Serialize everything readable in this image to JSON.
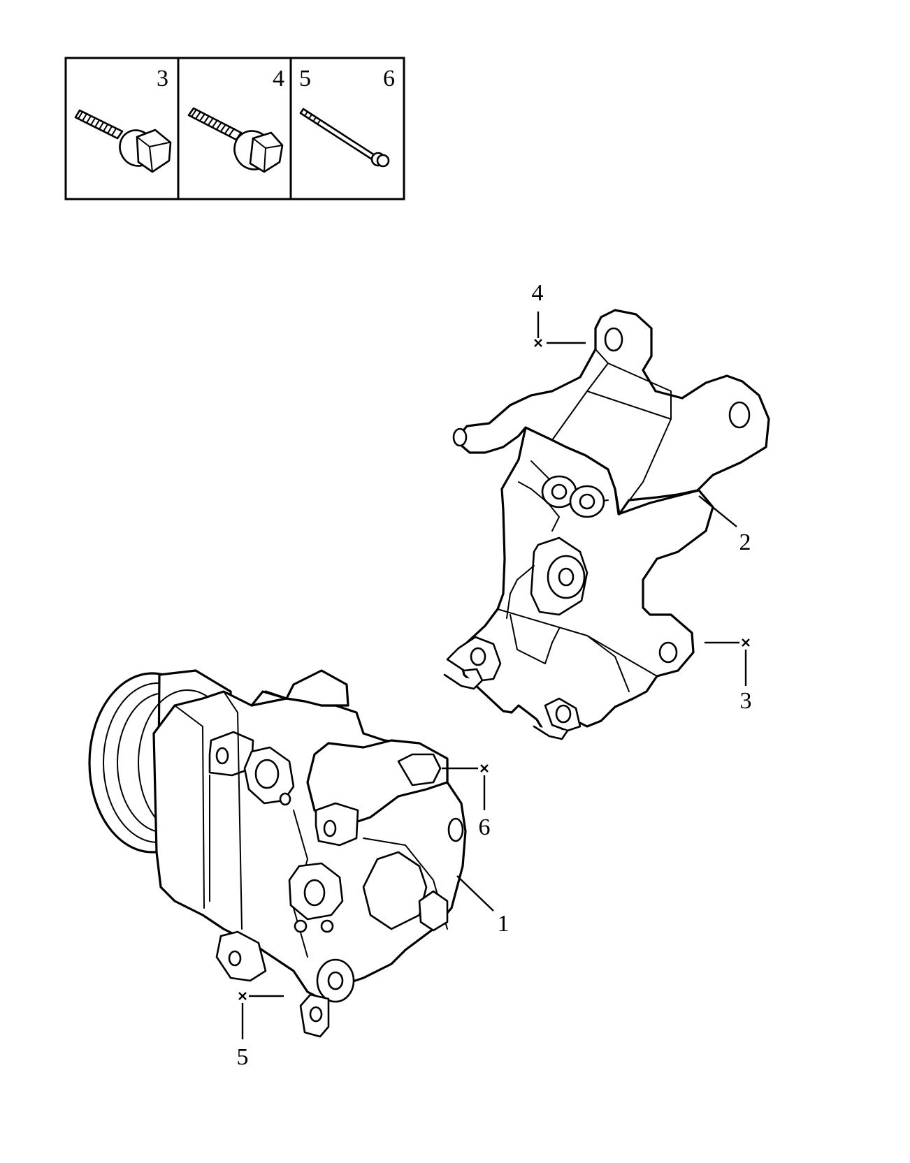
{
  "fastener_legend": {
    "cells": [
      {
        "labels": [
          "3"
        ],
        "item": "bolt-with-washer"
      },
      {
        "labels": [
          "4"
        ],
        "item": "flange-bolt"
      },
      {
        "labels": [
          "5",
          "6"
        ],
        "item": "long-stud-bolt"
      }
    ]
  },
  "callouts": {
    "compressor": "1",
    "bracket": "2",
    "bracket_lower_bolt": "3",
    "bracket_upper_bolt": "4",
    "compressor_lower_bolt": "5",
    "compressor_upper_bolt": "6"
  },
  "icons": [
    "x-marker-icon"
  ]
}
